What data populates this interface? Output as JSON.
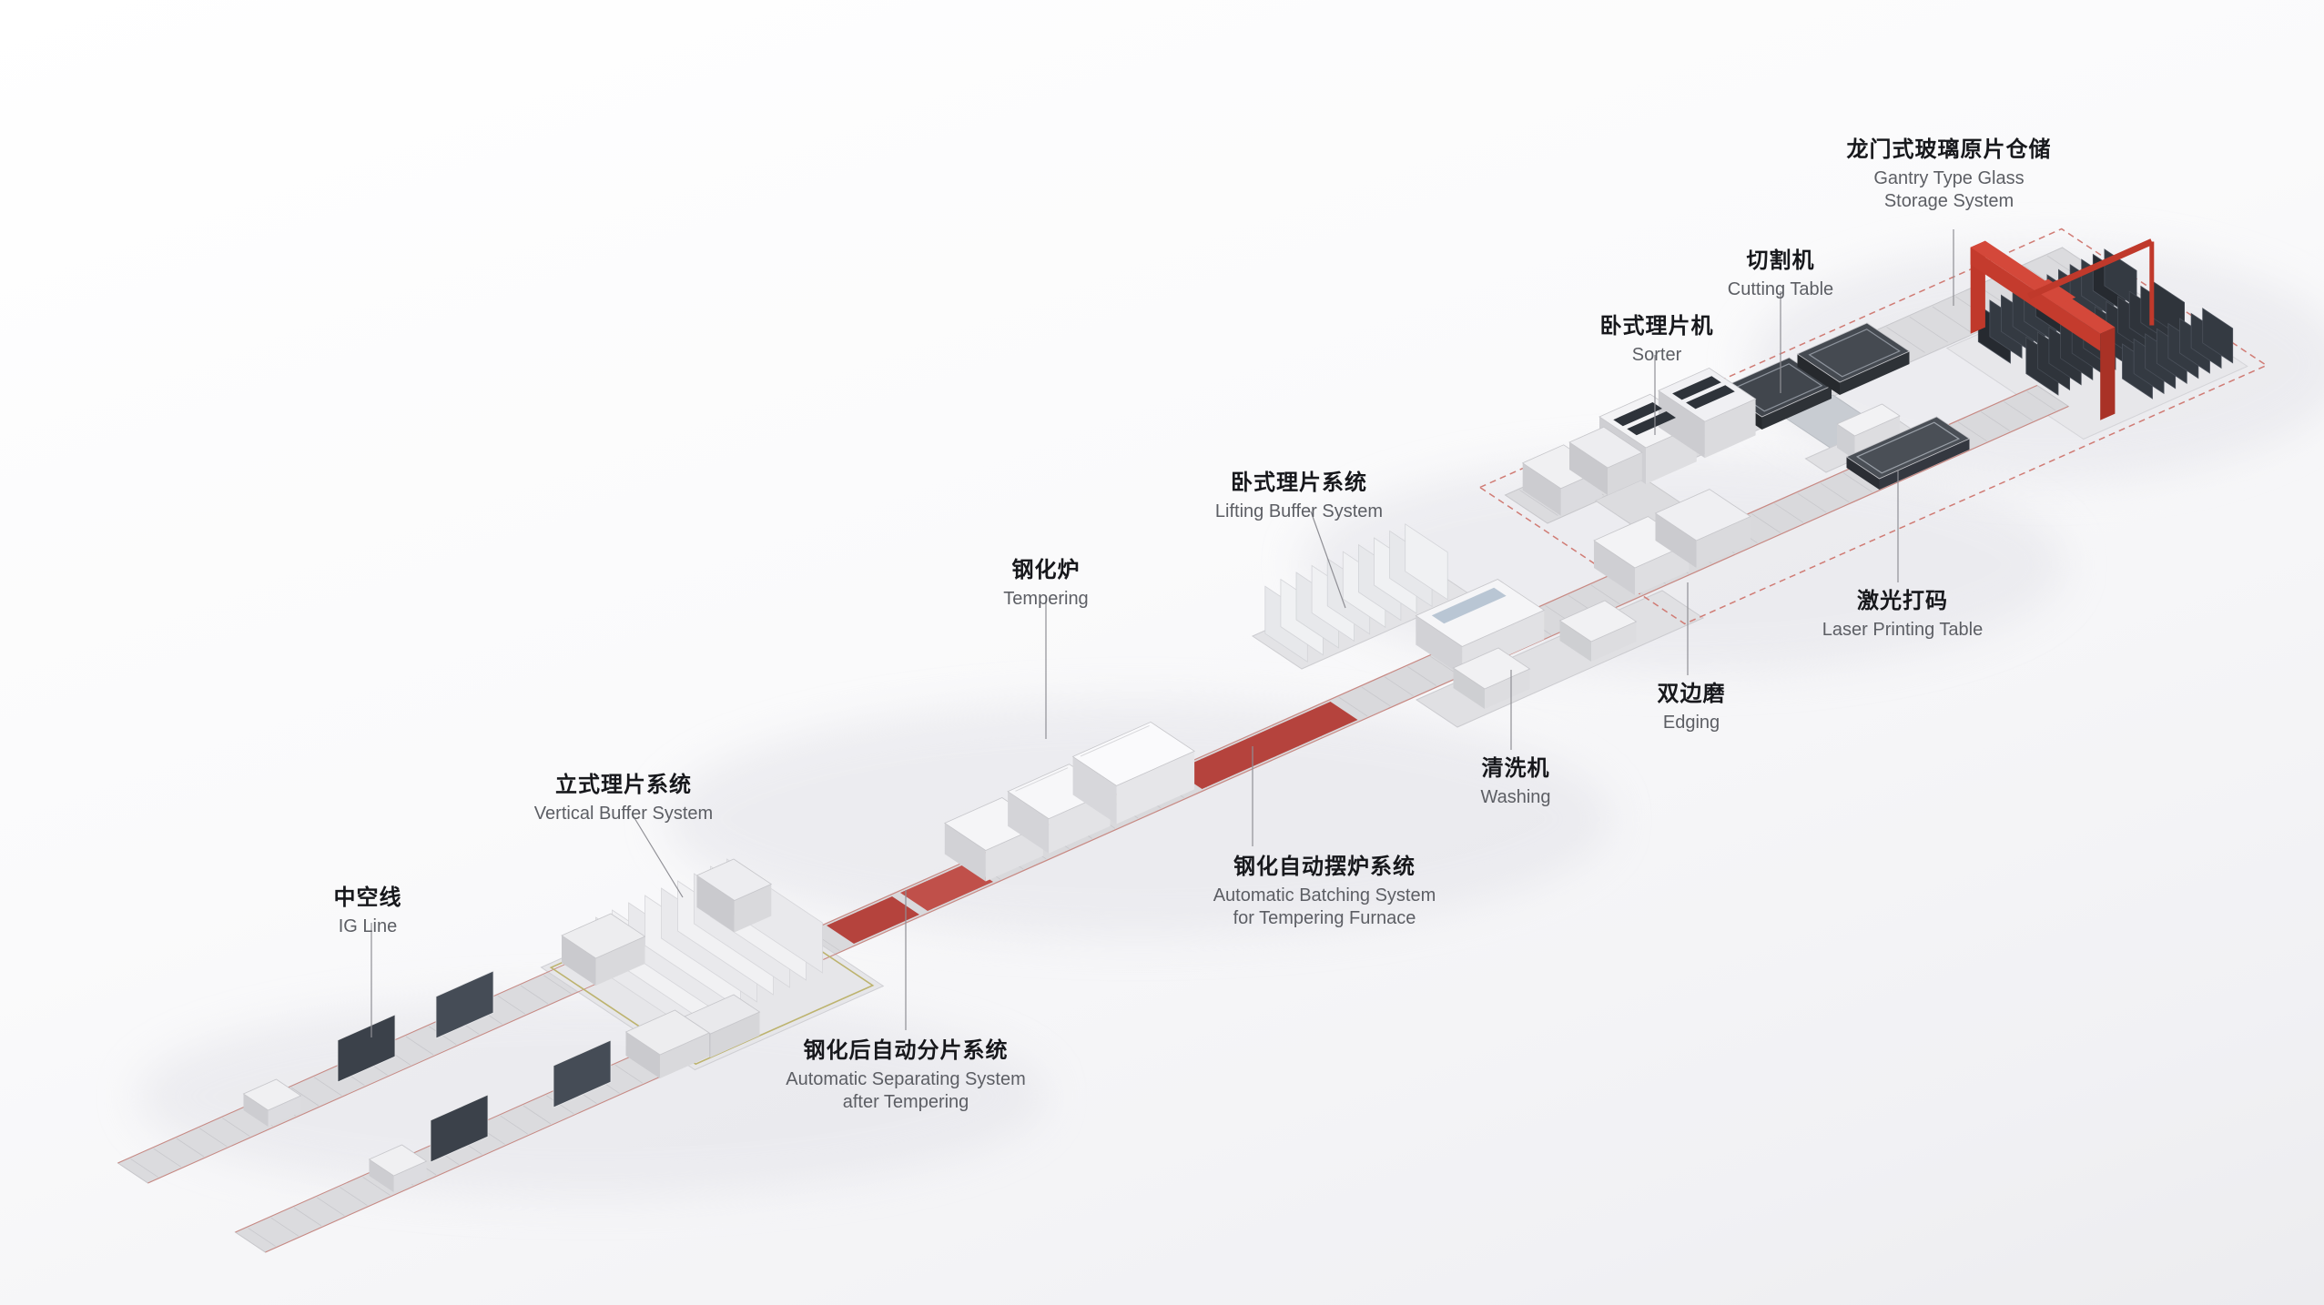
{
  "colors": {
    "accent_red": "#c0392b",
    "label_zh": "#17181c",
    "label_en": "#5c5e64"
  },
  "stations": [
    {
      "id": "gantry-storage",
      "zh": "龙门式玻璃原片仓储",
      "en": "Gantry Type Glass\nStorage System"
    },
    {
      "id": "cutting-table",
      "zh": "切割机",
      "en": "Cutting Table"
    },
    {
      "id": "sorter",
      "zh": "卧式理片机",
      "en": "Sorter"
    },
    {
      "id": "lifting-buffer",
      "zh": "卧式理片系统",
      "en": "Lifting Buffer System"
    },
    {
      "id": "tempering",
      "zh": "钢化炉",
      "en": "Tempering"
    },
    {
      "id": "laser-printing",
      "zh": "激光打码",
      "en": "Laser Printing Table"
    },
    {
      "id": "edging",
      "zh": "双边磨",
      "en": "Edging"
    },
    {
      "id": "washing",
      "zh": "清洗机",
      "en": "Washing"
    },
    {
      "id": "batching",
      "zh": "钢化自动摆炉系统",
      "en": "Automatic Batching System\nfor Tempering Furnace"
    },
    {
      "id": "vertical-buffer",
      "zh": "立式理片系统",
      "en": "Vertical Buffer System"
    },
    {
      "id": "ig-line",
      "zh": "中空线",
      "en": "IG Line"
    },
    {
      "id": "separating",
      "zh": "钢化后自动分片系统",
      "en": "Automatic Separating System\nafter Tempering"
    }
  ]
}
